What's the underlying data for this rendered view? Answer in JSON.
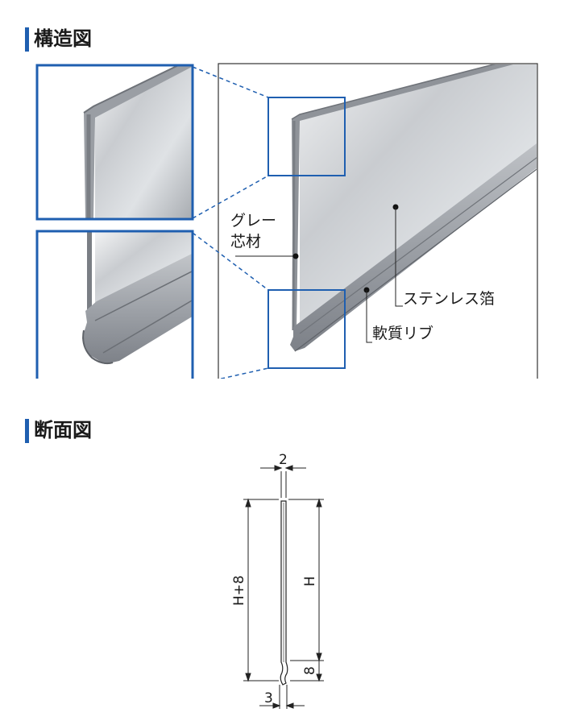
{
  "sections": {
    "structure": {
      "title": "構造図"
    },
    "cross_section": {
      "title": "断面図"
    }
  },
  "structure_labels": {
    "gray_core_line1": "グレー",
    "gray_core_line2": "芯材",
    "stainless_foil": "ステンレス箔",
    "soft_rib": "軟質リブ"
  },
  "dimensions": {
    "thickness_top": "2",
    "total_height": "H+8",
    "height": "H",
    "rib_height": "8",
    "rib_thickness": "3"
  },
  "colors": {
    "accent_blue": "#1f5fb0",
    "panel_border": "#333333",
    "dim_line": "#222222"
  }
}
